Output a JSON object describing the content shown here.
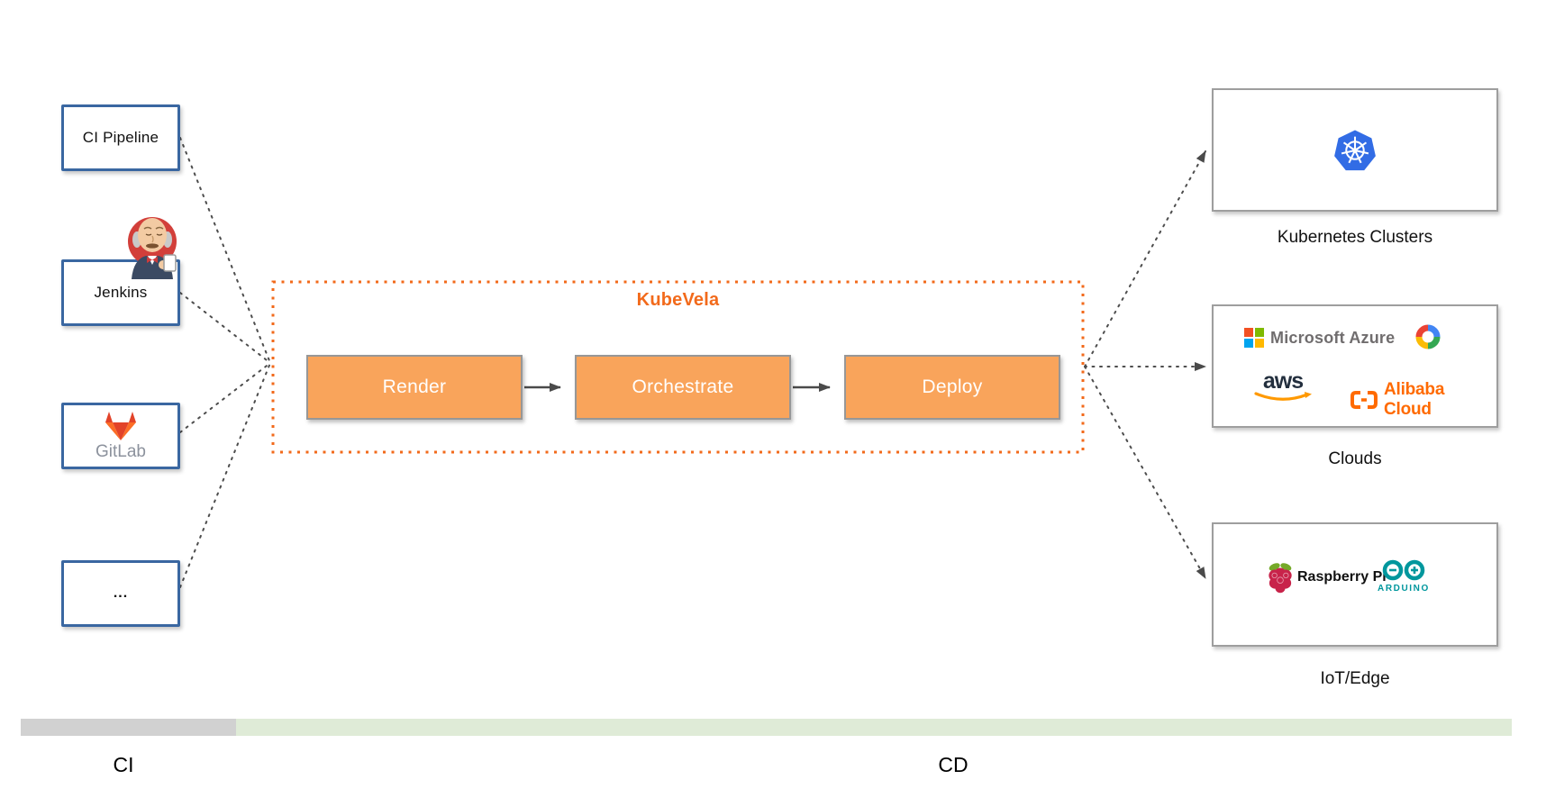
{
  "diagram": {
    "ci_sources": [
      {
        "id": "ci-pipeline",
        "label": "CI Pipeline"
      },
      {
        "id": "jenkins",
        "label": "Jenkins",
        "icon": "jenkins-butler-icon"
      },
      {
        "id": "gitlab",
        "label": "GitLab",
        "icon": "gitlab-tanuki-icon"
      },
      {
        "id": "more",
        "label": "..."
      }
    ],
    "kubevela": {
      "title": "KubeVela",
      "stages": [
        {
          "label": "Render"
        },
        {
          "label": "Orchestrate"
        },
        {
          "label": "Deploy"
        }
      ]
    },
    "targets": [
      {
        "id": "kubernetes-clusters",
        "label": "Kubernetes Clusters",
        "icons": [
          "kubernetes-icon"
        ]
      },
      {
        "id": "clouds",
        "label": "Clouds",
        "icons": [
          "microsoft-azure-icon",
          "google-cloud-icon",
          "aws-icon",
          "alibaba-cloud-icon"
        ],
        "logo_text": {
          "azure": "Microsoft Azure",
          "aws": "aws",
          "alibaba": "Alibaba Cloud"
        }
      },
      {
        "id": "iot-edge",
        "label": "IoT/Edge",
        "icons": [
          "raspberry-pi-icon",
          "arduino-icon"
        ],
        "logo_text": {
          "raspberry": "Raspberry Pi",
          "arduino": "ARDUINO"
        }
      }
    ],
    "footer": {
      "ci_label": "CI",
      "cd_label": "CD"
    },
    "colors": {
      "kubevela_orange": "#F26A1B",
      "stage_fill": "#F9A45B",
      "stage_border": "#979797",
      "source_border": "#3A67A1",
      "target_border": "#9E9E9E",
      "connector_gray": "#4D4D4D",
      "bar_gray": "#D1D1D1",
      "bar_green": "#DFEBD7",
      "gitlab_text_gray": "#8C929D",
      "aws_smile_orange": "#FF9900",
      "alibaba_orange": "#FF6A00",
      "arduino_teal": "#00979D",
      "kubernetes_blue": "#326CE5",
      "raspberry_red": "#C8234A",
      "raspberry_leaf_green": "#75A928"
    }
  }
}
